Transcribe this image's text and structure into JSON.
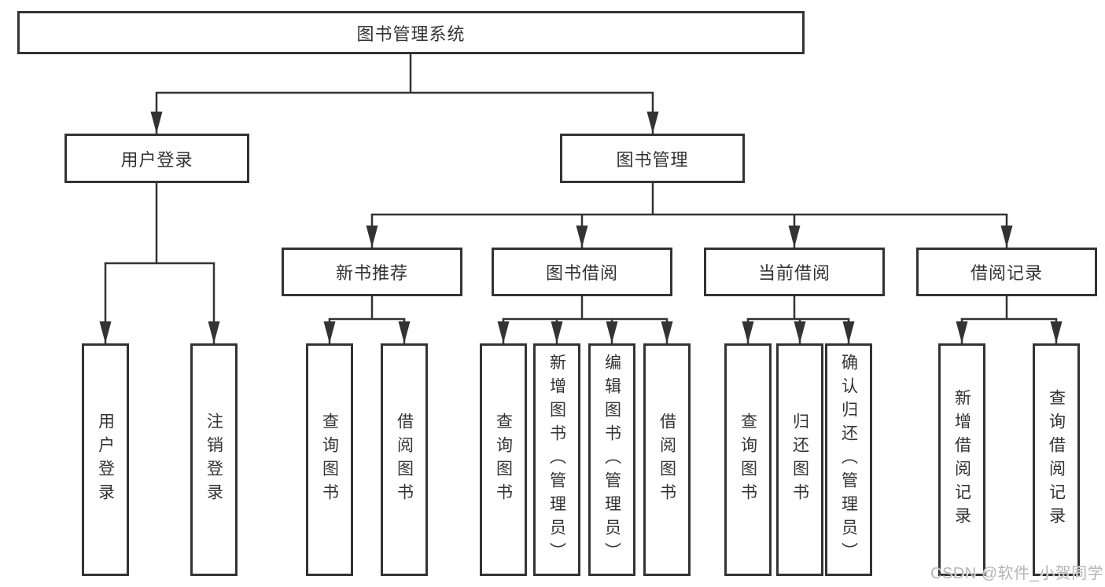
{
  "tree": {
    "root": "图书管理系统",
    "children": [
      {
        "label": "用户登录",
        "children": [
          "用户登录",
          "注销登录"
        ]
      },
      {
        "label": "图书管理",
        "children": [
          {
            "label": "新书推荐",
            "children": [
              "查询图书",
              "借阅图书"
            ]
          },
          {
            "label": "图书借阅",
            "children": [
              "查询图书",
              "新增图书（管理员）",
              "编辑图书（管理员）",
              "借阅图书"
            ]
          },
          {
            "label": "当前借阅",
            "children": [
              "查询图书",
              "归还图书",
              "确认归还（管理员）"
            ]
          },
          {
            "label": "借阅记录",
            "children": [
              "新增借阅记录",
              "查询借阅记录"
            ]
          }
        ]
      }
    ]
  },
  "watermark": {
    "text": "CSDN @软件_小贺同学"
  },
  "colors": {
    "line": "#333333",
    "text": "#333333",
    "background": "#ffffff",
    "watermark": "#b5b5b5"
  }
}
